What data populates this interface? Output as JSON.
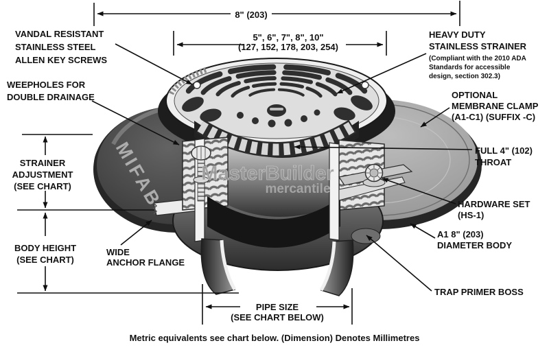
{
  "figure": {
    "title_caption": "Metric equivalents see chart below. (Dimension) Denotes Millimetres",
    "dimensions": {
      "overall_width": "8\" (203)",
      "strainer_sizes_line1": "5\", 6\", 7\", 8\", 10\"",
      "strainer_sizes_line2": "(127, 152, 178, 203, 254)"
    },
    "labels": {
      "vandal": "VANDAL RESISTANT\nSTAINLESS STEEL\nALLEN KEY SCREWS",
      "weepholes": "WEEPHOLES FOR\nDOUBLE DRAINAGE",
      "strainer_adjustment": "STRAINER\nADJUSTMENT\n(SEE CHART)",
      "body_height": "BODY HEIGHT\n(SEE CHART)",
      "wide_anchor_flange": "WIDE\nANCHOR FLANGE",
      "pipe_size": "PIPE SIZE\n(SEE CHART BELOW)",
      "heavy_duty": "HEAVY DUTY\nSTAINLESS STRAINER",
      "heavy_duty_note": "(Compliant with the 2010 ADA\nStandards for accessible\ndesign, section 302.3)",
      "optional_clamp": "OPTIONAL\nMEMBRANE CLAMP\n(A1-C1) (SUFFIX -C)",
      "full_throat": "FULL 4\" (102)\nTHROAT",
      "hardware_set": "HARDWARE SET\n(HS-1)",
      "a1_body": "A1 8\" (203)\nDIAMETER BODY",
      "trap_primer": "TRAP PRIMER BOSS"
    },
    "watermark": {
      "line1": "MasterBuilder",
      "line2": "mercantile"
    },
    "embossed_brand": "MIFAB",
    "colors": {
      "ink": "#111111",
      "background": "#ffffff",
      "steel_light": "#e8e8e8",
      "clamp_gray": "#9c9c9c",
      "body_dark": "#3a3a3a",
      "watermark_gray": "#9a9a9a"
    }
  }
}
